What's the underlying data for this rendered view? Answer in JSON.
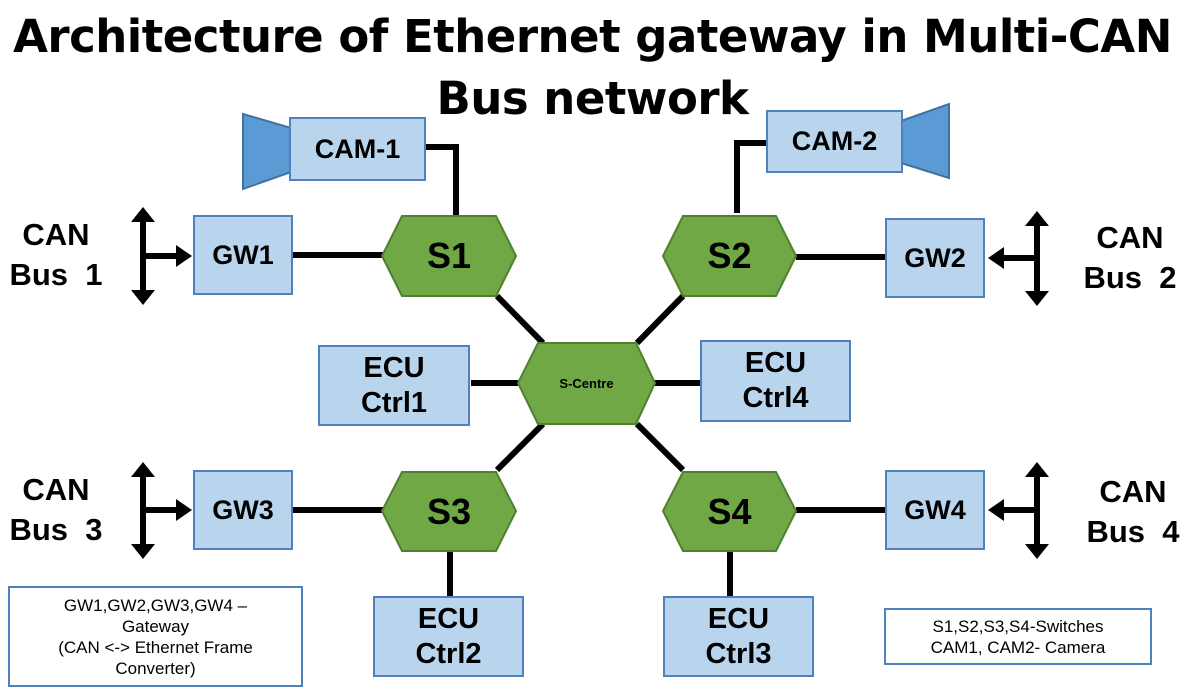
{
  "title": {
    "line1": "Architecture of Ethernet gateway in Multi-CAN",
    "line2": "Bus network"
  },
  "cameras": [
    {
      "label": "CAM-1"
    },
    {
      "label": "CAM-2"
    }
  ],
  "switches": [
    {
      "label": "S1"
    },
    {
      "label": "S2"
    },
    {
      "label": "S3"
    },
    {
      "label": "S4"
    }
  ],
  "centre_switch": {
    "label": "S-Centre"
  },
  "gateways": [
    {
      "label": "GW1"
    },
    {
      "label": "GW2"
    },
    {
      "label": "GW3"
    },
    {
      "label": "GW4"
    }
  ],
  "ecus": [
    {
      "line1": "ECU",
      "line2": "Ctrl1"
    },
    {
      "line1": "ECU",
      "line2": "Ctrl2"
    },
    {
      "line1": "ECU",
      "line2": "Ctrl3"
    },
    {
      "line1": "ECU",
      "line2": "Ctrl4"
    }
  ],
  "can_buses": [
    {
      "line1": "CAN",
      "line2": "Bus  1"
    },
    {
      "line1": "CAN",
      "line2": "Bus  2"
    },
    {
      "line1": "CAN",
      "line2": "Bus  3"
    },
    {
      "line1": "CAN",
      "line2": "Bus  4"
    }
  ],
  "legend_gateway": {
    "line1": "GW1,GW2,GW3,GW4 –",
    "line2": "Gateway",
    "line3": "(CAN <-> Ethernet Frame",
    "line4": "Converter)"
  },
  "legend_switches": {
    "line1": "S1,S2,S3,S4-Switches",
    "line2": "CAM1, CAM2- Camera"
  },
  "colors": {
    "switch_fill": "#70a845",
    "switch_stroke": "#4f7f2f",
    "box_fill": "#b9d5ee",
    "box_stroke": "#4f81bd",
    "camera_fill": "#5b9bd5",
    "line": "#000000"
  }
}
